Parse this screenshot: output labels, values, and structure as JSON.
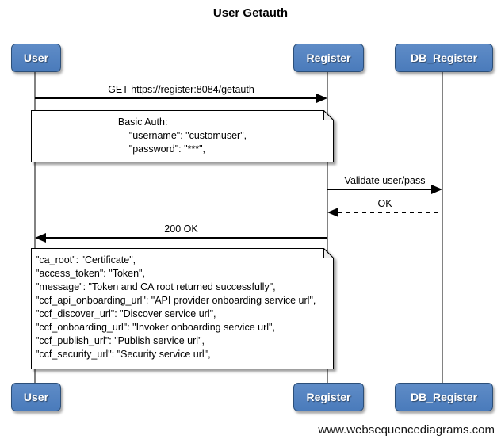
{
  "title": "User Getauth",
  "footer": "www.websequencediagrams.com",
  "actors": [
    {
      "id": "user",
      "label": "User"
    },
    {
      "id": "register",
      "label": "Register"
    },
    {
      "id": "db_register",
      "label": "DB_Register"
    }
  ],
  "messages": [
    {
      "label": "GET https://register:8084/getauth",
      "from": "user",
      "to": "register",
      "line": "solid"
    },
    {
      "label": "Validate user/pass",
      "from": "register",
      "to": "db_register",
      "line": "solid"
    },
    {
      "label": "OK",
      "from": "db_register",
      "to": "register",
      "line": "dashed"
    },
    {
      "label": "200 OK",
      "from": "register",
      "to": "user",
      "line": "solid"
    }
  ],
  "notes": [
    {
      "over": [
        "user",
        "register"
      ],
      "lines": [
        "Basic Auth:",
        "    \"username\": \"customuser\",",
        "    \"password\": \"***\","
      ]
    },
    {
      "over": [
        "user",
        "register"
      ],
      "lines": [
        "\"ca_root\": \"Certificate\",",
        "\"access_token\": \"Token\",",
        "\"message\": \"Token and CA root returned successfully\",",
        "\"ccf_api_onboarding_url\": \"API provider onboarding service url\",",
        "\"ccf_discover_url\": \"Discover service url\",",
        "\"ccf_onboarding_url\": \"Invoker onboarding service url\",",
        "\"ccf_publish_url\": \"Publish service url\",",
        "\"ccf_security_url\": \"Security service url\","
      ]
    }
  ],
  "colors": {
    "actor_fill": "#4f81bd",
    "actor_border": "#2c4f79",
    "actor_text": "#ffffff",
    "lifeline": "#828282",
    "message_line": "#000000",
    "note_fill": "#ffffff",
    "note_border": "#000000",
    "background": "#ffffff"
  }
}
